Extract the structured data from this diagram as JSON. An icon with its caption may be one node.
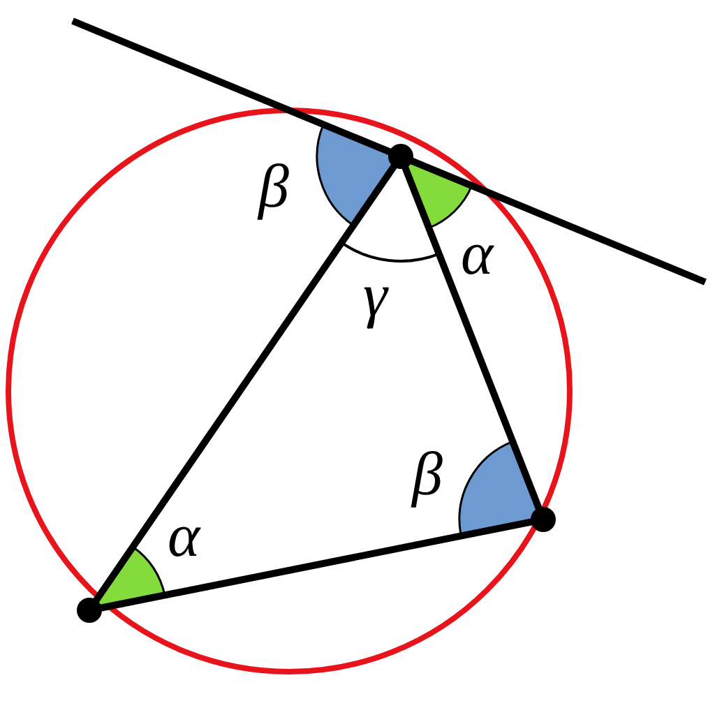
{
  "diagram": {
    "labels": [
      "β",
      "α",
      "γ",
      "β",
      "α"
    ]
  }
}
